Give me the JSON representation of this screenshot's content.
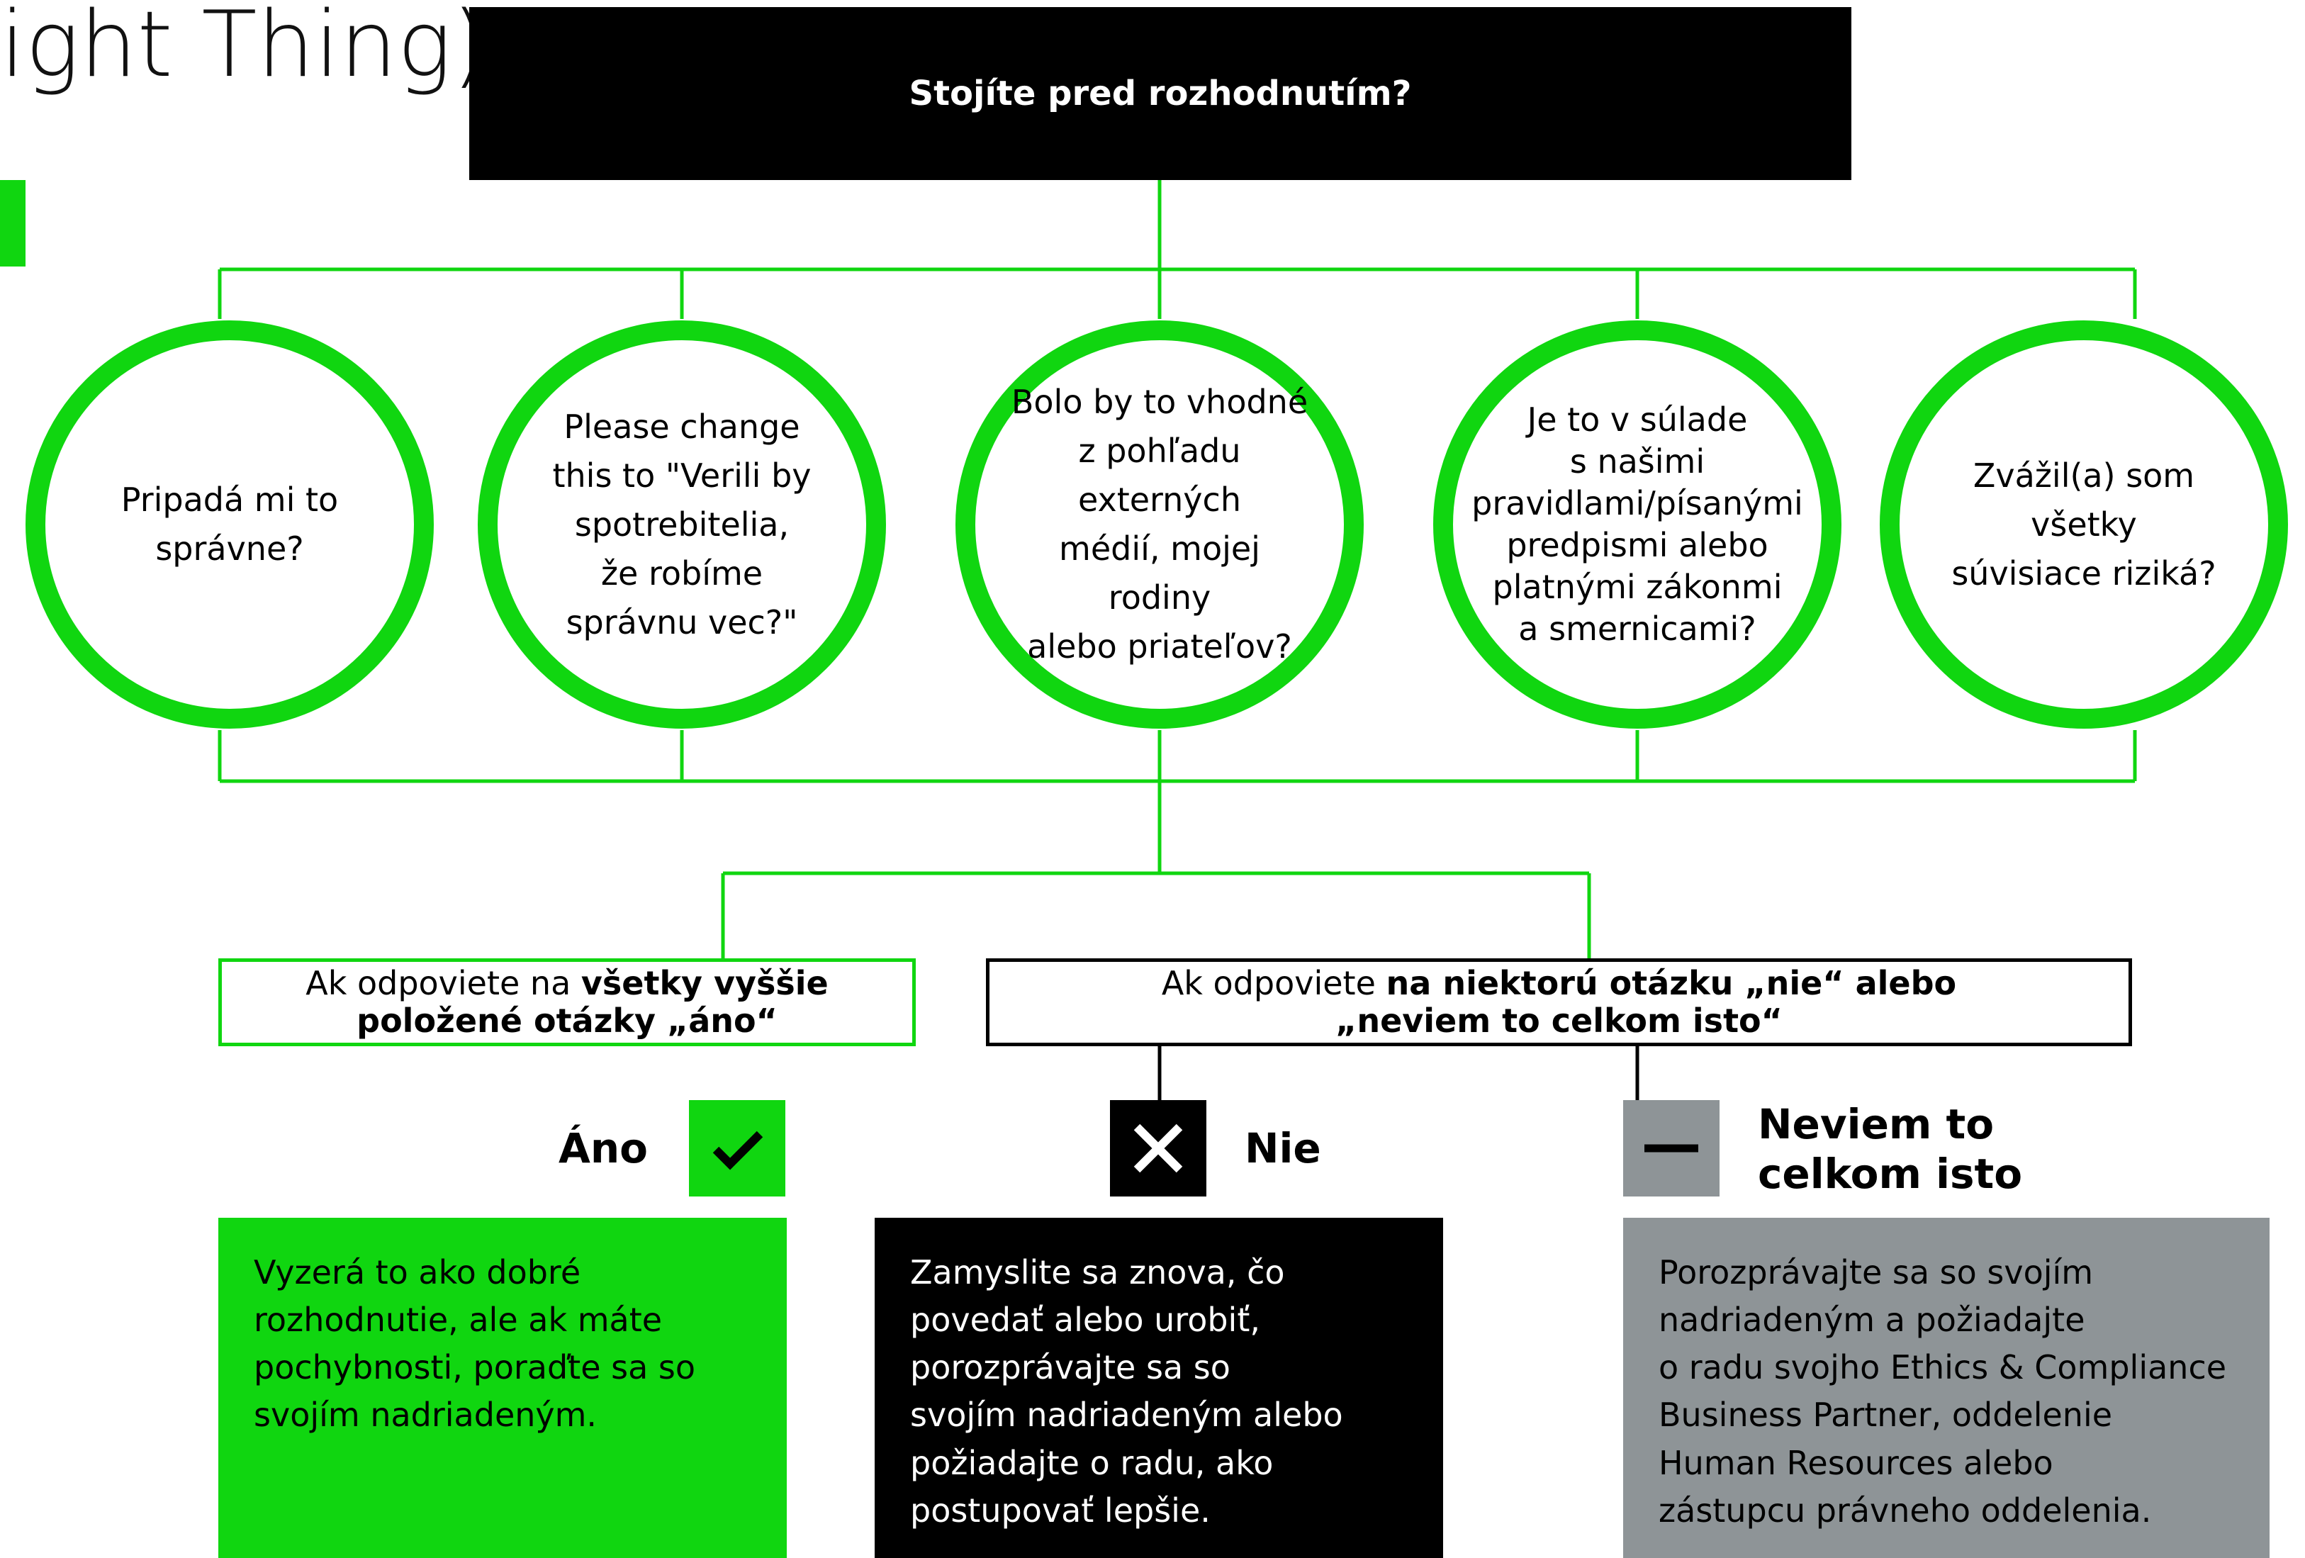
{
  "header": {
    "title": "ight Thing)",
    "question": "Stojíte pred rozhodnutím?"
  },
  "questions": [
    {
      "lines": [
        "Pripadá mi to",
        "správne?"
      ]
    },
    {
      "lines": [
        "Please change",
        "this to \"Verili by",
        "spotrebitelia,",
        "že robíme",
        "správnu vec?\""
      ]
    },
    {
      "lines": [
        "Bolo by to vhodné",
        "z pohľadu externých",
        "médií, mojej rodiny",
        "alebo priateľov?"
      ]
    },
    {
      "lines": [
        "Je to v súlade",
        "s našimi",
        "pravidlami/písanými",
        "predpismi alebo",
        "platnými zákonmi",
        "a smernicami?"
      ]
    },
    {
      "lines": [
        "Zvážil(a) som všetky",
        "súvisiace riziká?"
      ]
    }
  ],
  "answers": {
    "yes_condition": {
      "prefix": "Ak odpoviete na ",
      "bold_1": "všetky vyššie",
      "bold_2": "položené otázky „áno“"
    },
    "no_condition": {
      "prefix": "Ak odpoviete ",
      "bold_1": "na niektorú otázku „nie“ alebo",
      "bold_2": "„neviem to celkom isto“"
    }
  },
  "outcomes": {
    "yes": {
      "label": "Áno",
      "icon": "check-icon",
      "text": [
        "Vyzerá to ako dobré",
        "rozhodnutie, ale ak máte",
        "pochybnosti, poraďte sa so",
        "svojím nadriadeným."
      ]
    },
    "no": {
      "label": "Nie",
      "icon": "cross-icon",
      "text": [
        "Zamyslite sa znova, čo",
        "povedať alebo urobiť,",
        "porozprávajte sa so",
        "svojím nadriadeným alebo",
        "požiadajte o radu, ako",
        "postupovať lepšie."
      ]
    },
    "unsure": {
      "label_lines": [
        "Neviem to",
        "celkom isto"
      ],
      "icon": "minus-icon",
      "text": [
        "Porozprávajte sa so svojím",
        "nadriadeným a požiadajte",
        "o radu svojho Ethics & Compliance",
        "Business Partner, oddelenie",
        "Human Resources alebo",
        "zástupcu právneho oddelenia."
      ]
    }
  },
  "colors": {
    "green": "#10d610",
    "black": "#000000",
    "grey_card": "#8e9497",
    "grey_icon": "#8e9497"
  }
}
